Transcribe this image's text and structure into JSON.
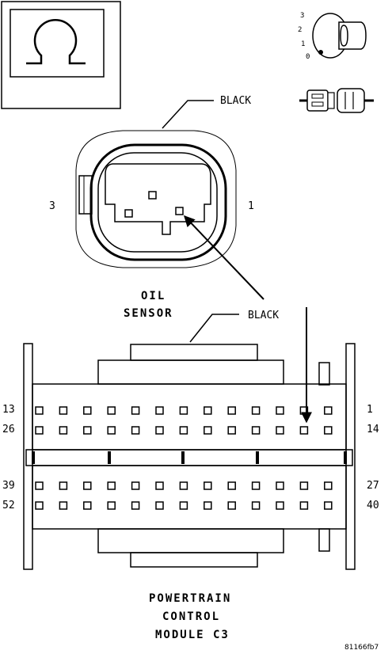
{
  "oil_sensor": {
    "wire_label": "BLACK",
    "pin_left_label": "3",
    "pin_right_label": "1",
    "title_line1": "OIL",
    "title_line2": "SENSOR"
  },
  "module": {
    "wire_label": "BLACK",
    "row1_left": "13",
    "row1_right": "1",
    "row2_left": "26",
    "row2_right": "14",
    "row3_left": "39",
    "row3_right": "27",
    "row4_left": "52",
    "row4_right": "40",
    "title_line1": "POWERTRAIN",
    "title_line2": "CONTROL",
    "title_line3": "MODULE C3"
  },
  "ignition_key": {
    "pos3": "3",
    "pos2": "2",
    "pos1": "1",
    "pos0": "0"
  },
  "symbol": {
    "icon": "ohm-symbol-icon"
  },
  "figure_id": "81166fb7"
}
